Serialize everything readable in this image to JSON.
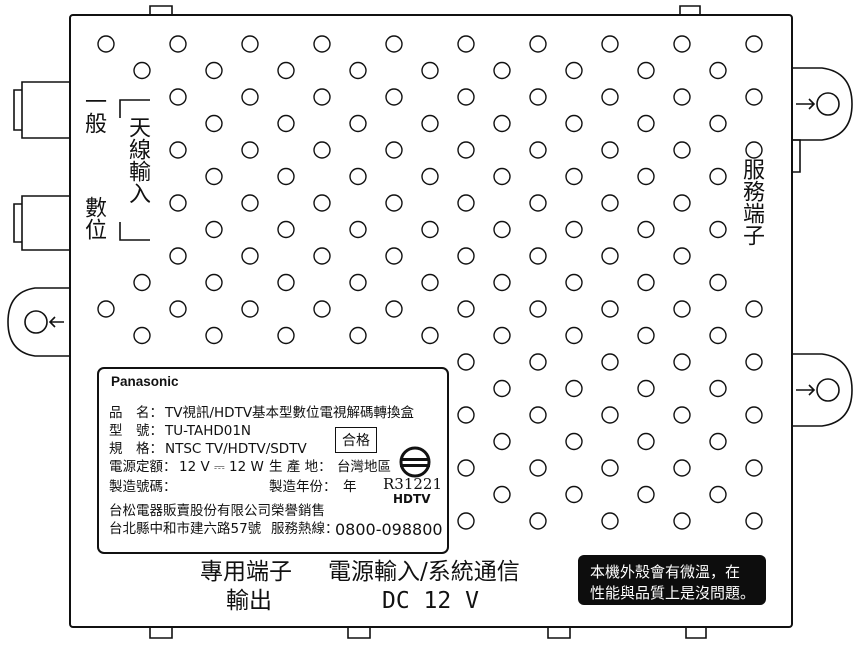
{
  "side_labels": {
    "antenna_input_general": "一般",
    "antenna_input_title": "天線輸入",
    "antenna_input_digital": "數位",
    "service_port": "服務端子"
  },
  "nameplate": {
    "brand": "Panasonic",
    "product_name_label": "品　名：",
    "product_name_value": "TV視訊/HDTV基本型數位電視解碼轉換盒",
    "model_label": "型　號：",
    "model_value": "TU-TAHD01N",
    "spec_label": "規　格：",
    "spec_value": "NTSC TV/HDTV/SDTV",
    "approval_stamp": "合格",
    "power_rating_label": "電源定額：",
    "power_rating_value": "12 V ⎓ 12 W",
    "origin_label": "生 產 地：",
    "origin_value": "台灣地區",
    "serial_label": "製造號碼：",
    "year_label": "製造年份：",
    "year_suffix": "年",
    "cert_code": "R31221",
    "cert_sub": "HDTV",
    "company_name": "台松電器販賣股份有限公司",
    "sales_note": "榮譽銷售",
    "company_address": "台北縣中和市建六路57號",
    "hotline_label": "服務熱線：",
    "hotline_value": "0800-098800"
  },
  "bottom_labels": {
    "dedicated_port": "專用端子",
    "dedicated_port_sub": "輸出",
    "power_input": "電源輸入/系統通信",
    "power_input_sub": "DC 12 V"
  },
  "notice": {
    "line1": "本機外殼會有微溫，在",
    "line2": "性能與品質上是沒問題。"
  }
}
